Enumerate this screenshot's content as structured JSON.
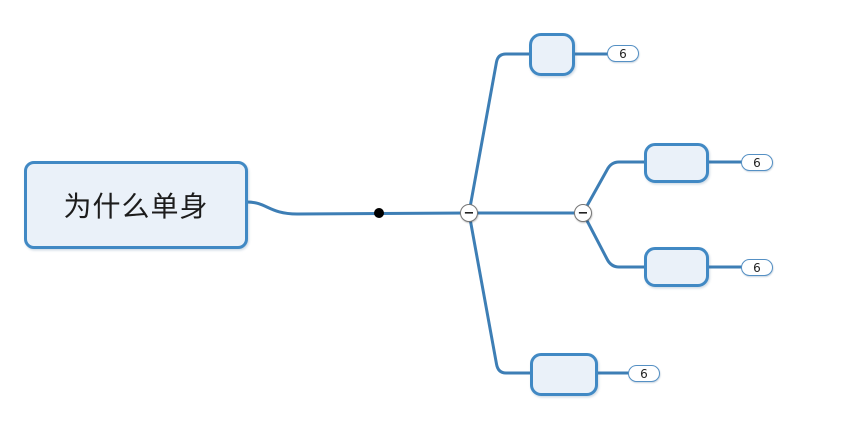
{
  "colors": {
    "line": "#3d7eb5",
    "node_border": "#4189c4",
    "node_fill": "#eaf1f9",
    "badge_border": "#5590c4",
    "badge_fill": "#ffffff",
    "badge_text": "#222222",
    "collapse_border": "#777777",
    "collapse_fill": "#ffffff",
    "collapse_text": "#111111",
    "dot": "#000000",
    "root_text": "#1c1c1c",
    "background": "#ffffff"
  },
  "mindmap": {
    "root": {
      "label": "为什么单身"
    },
    "collapse_buttons": {
      "main": "−",
      "right": "−"
    },
    "branches": {
      "top": {
        "label": "",
        "badge": "6"
      },
      "right_top": {
        "label": "",
        "badge": "6"
      },
      "right_bottom": {
        "label": "",
        "badge": "6"
      },
      "bottom": {
        "label": "",
        "badge": "6"
      }
    }
  }
}
